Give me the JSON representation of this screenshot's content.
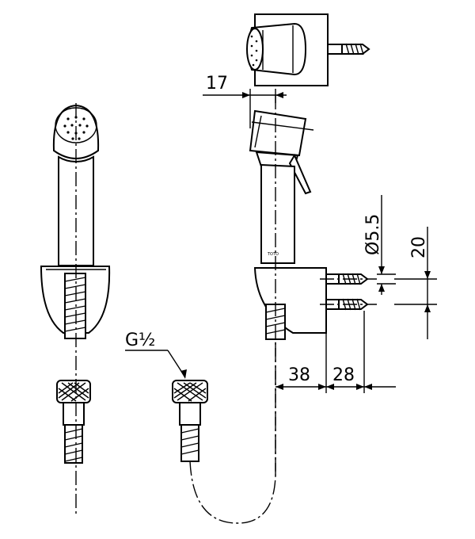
{
  "drawing": {
    "labels": {
      "dim_17": "17",
      "dim_dia": "Ø5.5",
      "dim_20": "20",
      "dim_38": "38",
      "dim_28": "28",
      "thread": "G½"
    }
  }
}
